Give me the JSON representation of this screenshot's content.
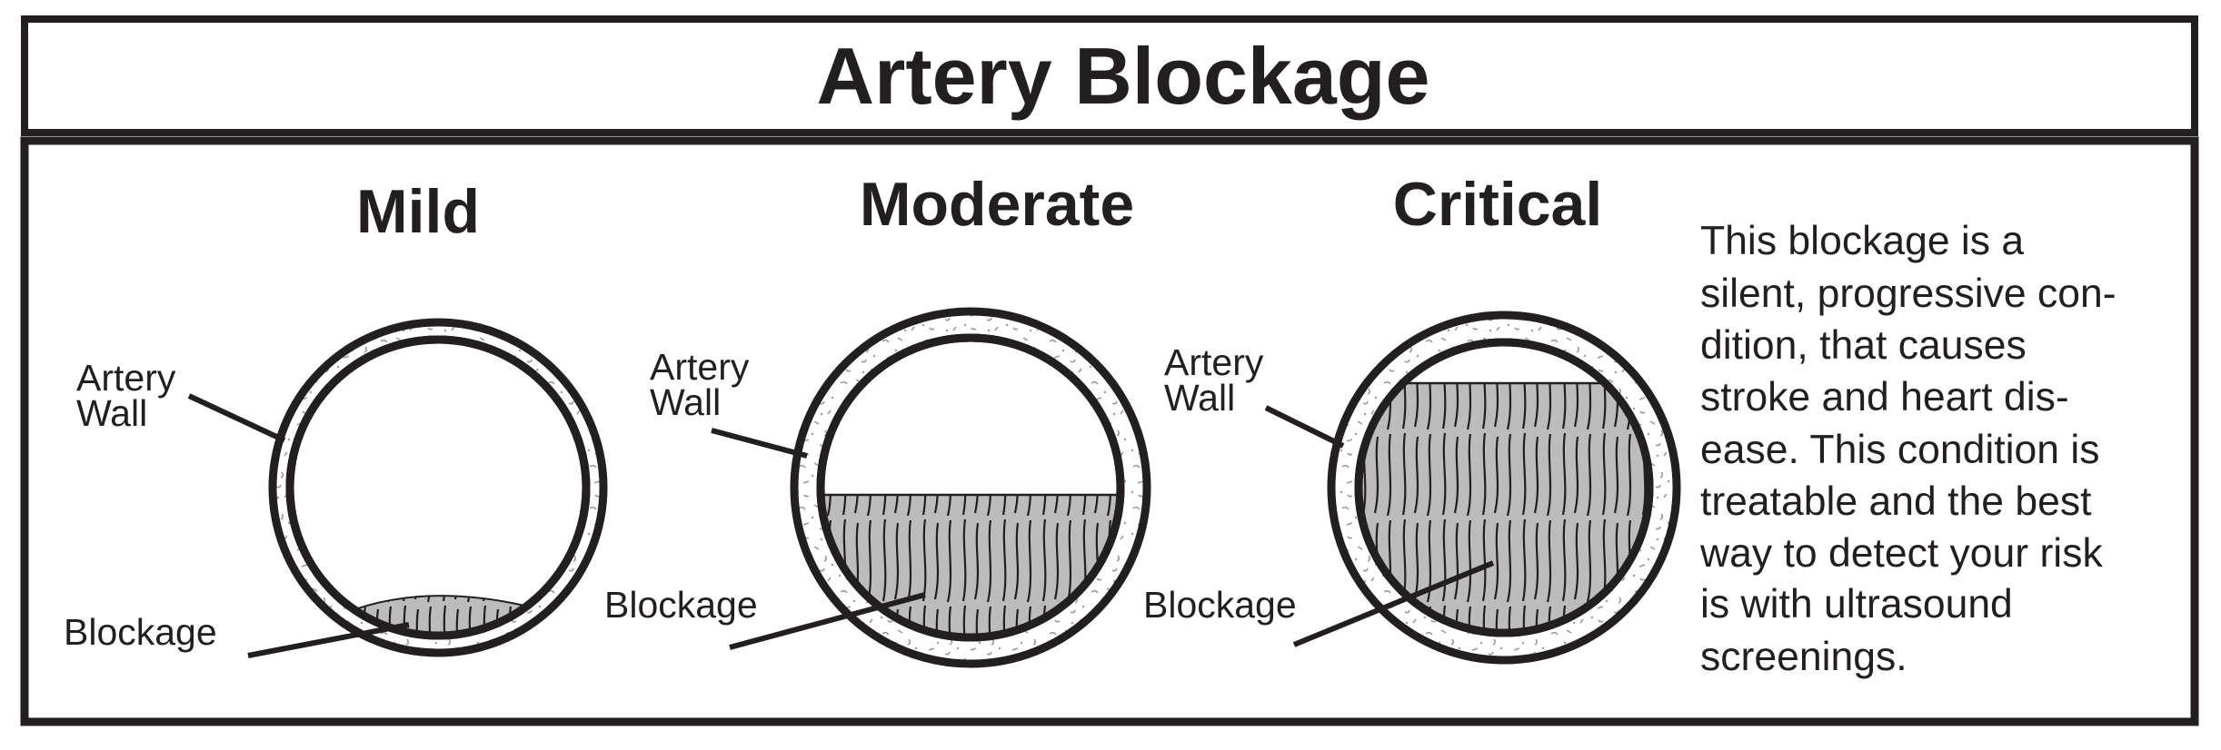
{
  "title": "Artery Blockage",
  "stages": [
    {
      "name": "Mild",
      "wall_label": [
        "Artery",
        "Wall"
      ],
      "blockage_label": "Blockage"
    },
    {
      "name": "Moderate",
      "wall_label": [
        "Artery",
        "Wall"
      ],
      "blockage_label": "Blockage"
    },
    {
      "name": "Critical",
      "wall_label": [
        "Artery",
        "Wall"
      ],
      "blockage_label": "Blockage"
    }
  ],
  "description_lines": [
    "This blockage is a",
    "silent, progressive con-",
    "dition, that causes",
    "stroke and heart dis-",
    "ease. This condition is",
    "treatable and the best",
    "way to detect your risk",
    "is with ultrasound",
    "screenings."
  ],
  "colors": {
    "ink": "#231f20",
    "blockage_fill": "#bcbcbc",
    "wall_speckle": "#9a9a9a"
  }
}
